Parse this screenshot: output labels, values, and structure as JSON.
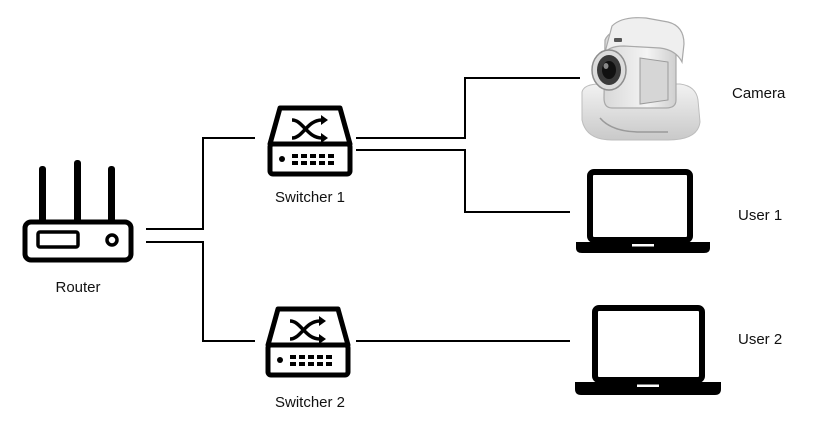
{
  "nodes": {
    "router": {
      "label": "Router",
      "icon": "router-icon"
    },
    "switcher1": {
      "label": "Switcher 1",
      "icon": "switch-icon"
    },
    "switcher2": {
      "label": "Switcher 2",
      "icon": "switch-icon"
    },
    "camera": {
      "label": "Camera",
      "icon": "ptz-camera-icon"
    },
    "user1": {
      "label": "User 1",
      "icon": "laptop-icon"
    },
    "user2": {
      "label": "User 2",
      "icon": "laptop-icon"
    }
  },
  "connections": [
    {
      "from": "Router",
      "to": "Switcher 1"
    },
    {
      "from": "Router",
      "to": "Switcher 2"
    },
    {
      "from": "Switcher 1",
      "to": "Camera"
    },
    {
      "from": "Switcher 1",
      "to": "User 1"
    },
    {
      "from": "Switcher 2",
      "to": "User 2"
    }
  ],
  "colors": {
    "line": "#000000",
    "background": "#ffffff",
    "camera_body": "#e6e6e6"
  }
}
